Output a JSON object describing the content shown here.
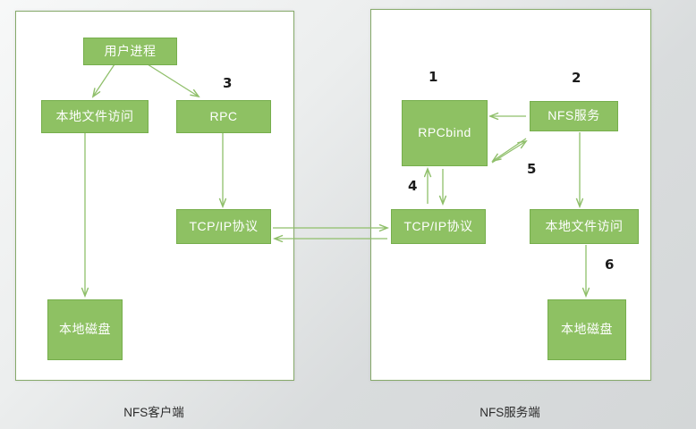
{
  "diagram": {
    "title_client": "NFS客户端",
    "title_server": "NFS服务端",
    "colors": {
      "box_fill": "#8EC163",
      "box_border": "#76AE4C",
      "panel_border": "#86A96A",
      "arrow": "#8FBF6A",
      "background": "#D9DCDD",
      "box_text": "#FFFFFF",
      "number_text": "#1B1B1B"
    },
    "client_panel": {
      "label": "NFS客户端",
      "boxes": [
        {
          "id": "user-process",
          "label": "用户进程"
        },
        {
          "id": "local-file-access",
          "label": "本地文件访问"
        },
        {
          "id": "rpc",
          "label": "RPC"
        },
        {
          "id": "tcp-ip",
          "label": "TCP/IP协议"
        },
        {
          "id": "local-disk",
          "label": "本地磁盘"
        }
      ],
      "numbers": [
        {
          "id": "step-3",
          "value": "3"
        }
      ]
    },
    "server_panel": {
      "label": "NFS服务端",
      "boxes": [
        {
          "id": "rpcbind",
          "label": "RPCbind"
        },
        {
          "id": "nfs-service",
          "label": "NFS服务"
        },
        {
          "id": "tcp-ip",
          "label": "TCP/IP协议"
        },
        {
          "id": "local-file-access",
          "label": "本地文件访问"
        },
        {
          "id": "local-disk",
          "label": "本地磁盘"
        }
      ],
      "numbers": [
        {
          "id": "step-1",
          "value": "1"
        },
        {
          "id": "step-2",
          "value": "2"
        },
        {
          "id": "step-4",
          "value": "4"
        },
        {
          "id": "step-5",
          "value": "5"
        },
        {
          "id": "step-6",
          "value": "6"
        }
      ]
    }
  }
}
